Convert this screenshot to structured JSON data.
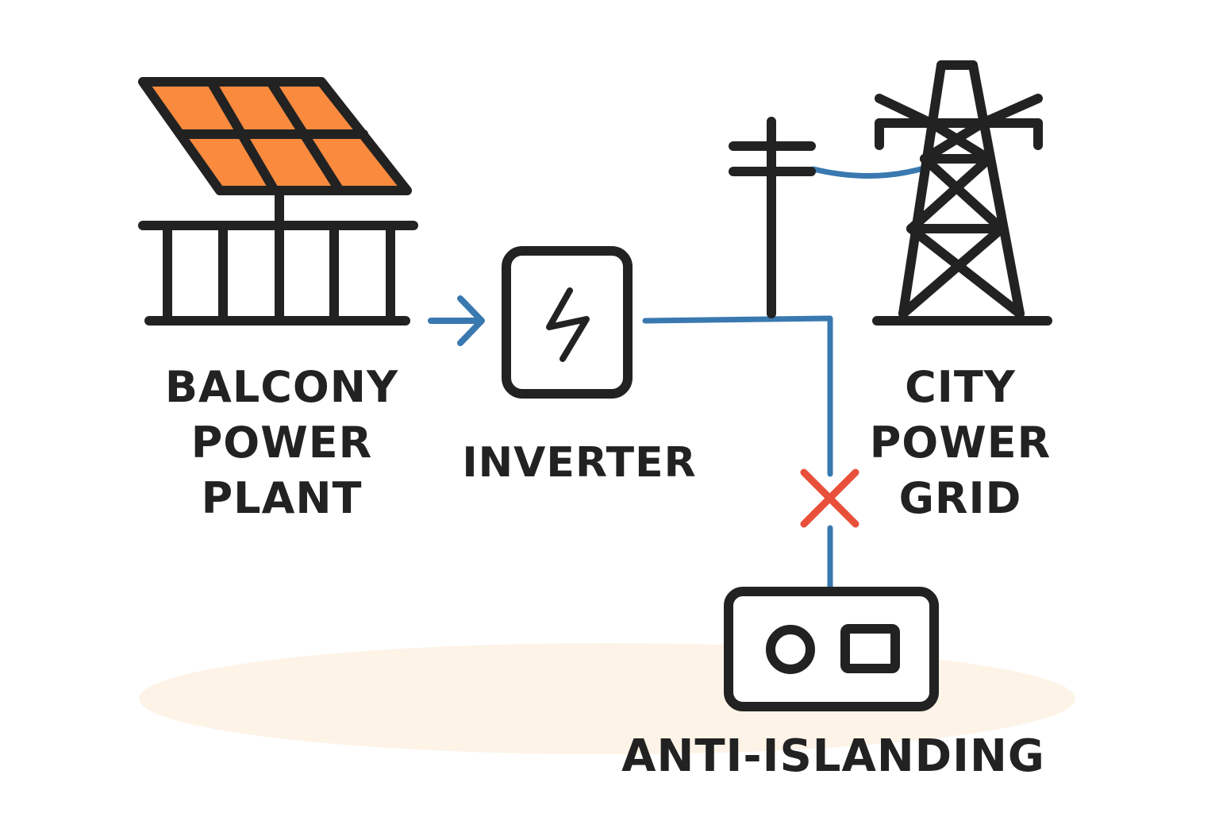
{
  "labels": {
    "balcony": [
      "BALCONY",
      "POWER",
      "PLANT"
    ],
    "inverter": "INVERTER",
    "grid": [
      "CITY",
      "POWER",
      "GRID"
    ],
    "anti_islanding": "ANTI-ISLANDING"
  },
  "icons": {
    "solar_panel": "solar-panel-icon",
    "balcony_railing": "balcony-railing-icon",
    "inverter": "inverter-box-icon",
    "lightning": "lightning-bolt-icon",
    "utility_pole": "utility-pole-icon",
    "transmission_tower": "transmission-tower-icon",
    "disconnect": "disconnect-x-icon",
    "anti_islanding_device": "anti-islanding-device-icon"
  },
  "colors": {
    "stroke": "#222222",
    "panel_fill": "#f98a3e",
    "wire": "#3a78b0",
    "disconnect": "#e8503a",
    "ground_shadow": "#fdf3e7"
  }
}
